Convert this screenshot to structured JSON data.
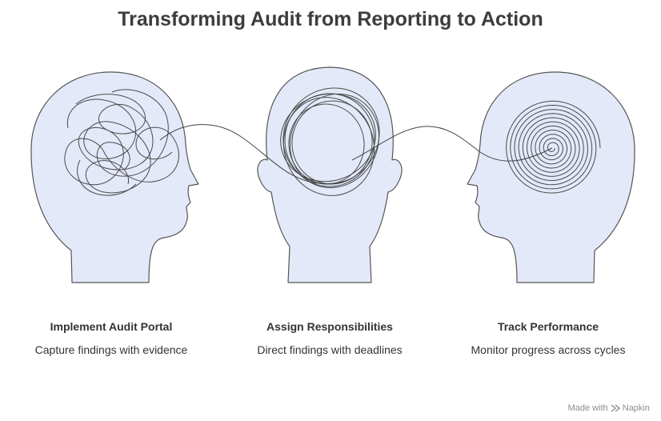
{
  "title": "Transforming Audit from Reporting to Action",
  "colors": {
    "head_fill": "#e3e9f8",
    "head_stroke": "#555555",
    "line": "#444444"
  },
  "stages": [
    {
      "title": "Implement Audit Portal",
      "description": "Capture findings with evidence",
      "icon": "tangled-scribble-icon"
    },
    {
      "title": "Assign Responsibilities",
      "description": "Direct findings with deadlines",
      "icon": "loose-circles-icon"
    },
    {
      "title": "Track Performance",
      "description": "Monitor progress across cycles",
      "icon": "spiral-icon"
    }
  ],
  "watermark": {
    "prefix": "Made with",
    "brand": "Napkin"
  }
}
